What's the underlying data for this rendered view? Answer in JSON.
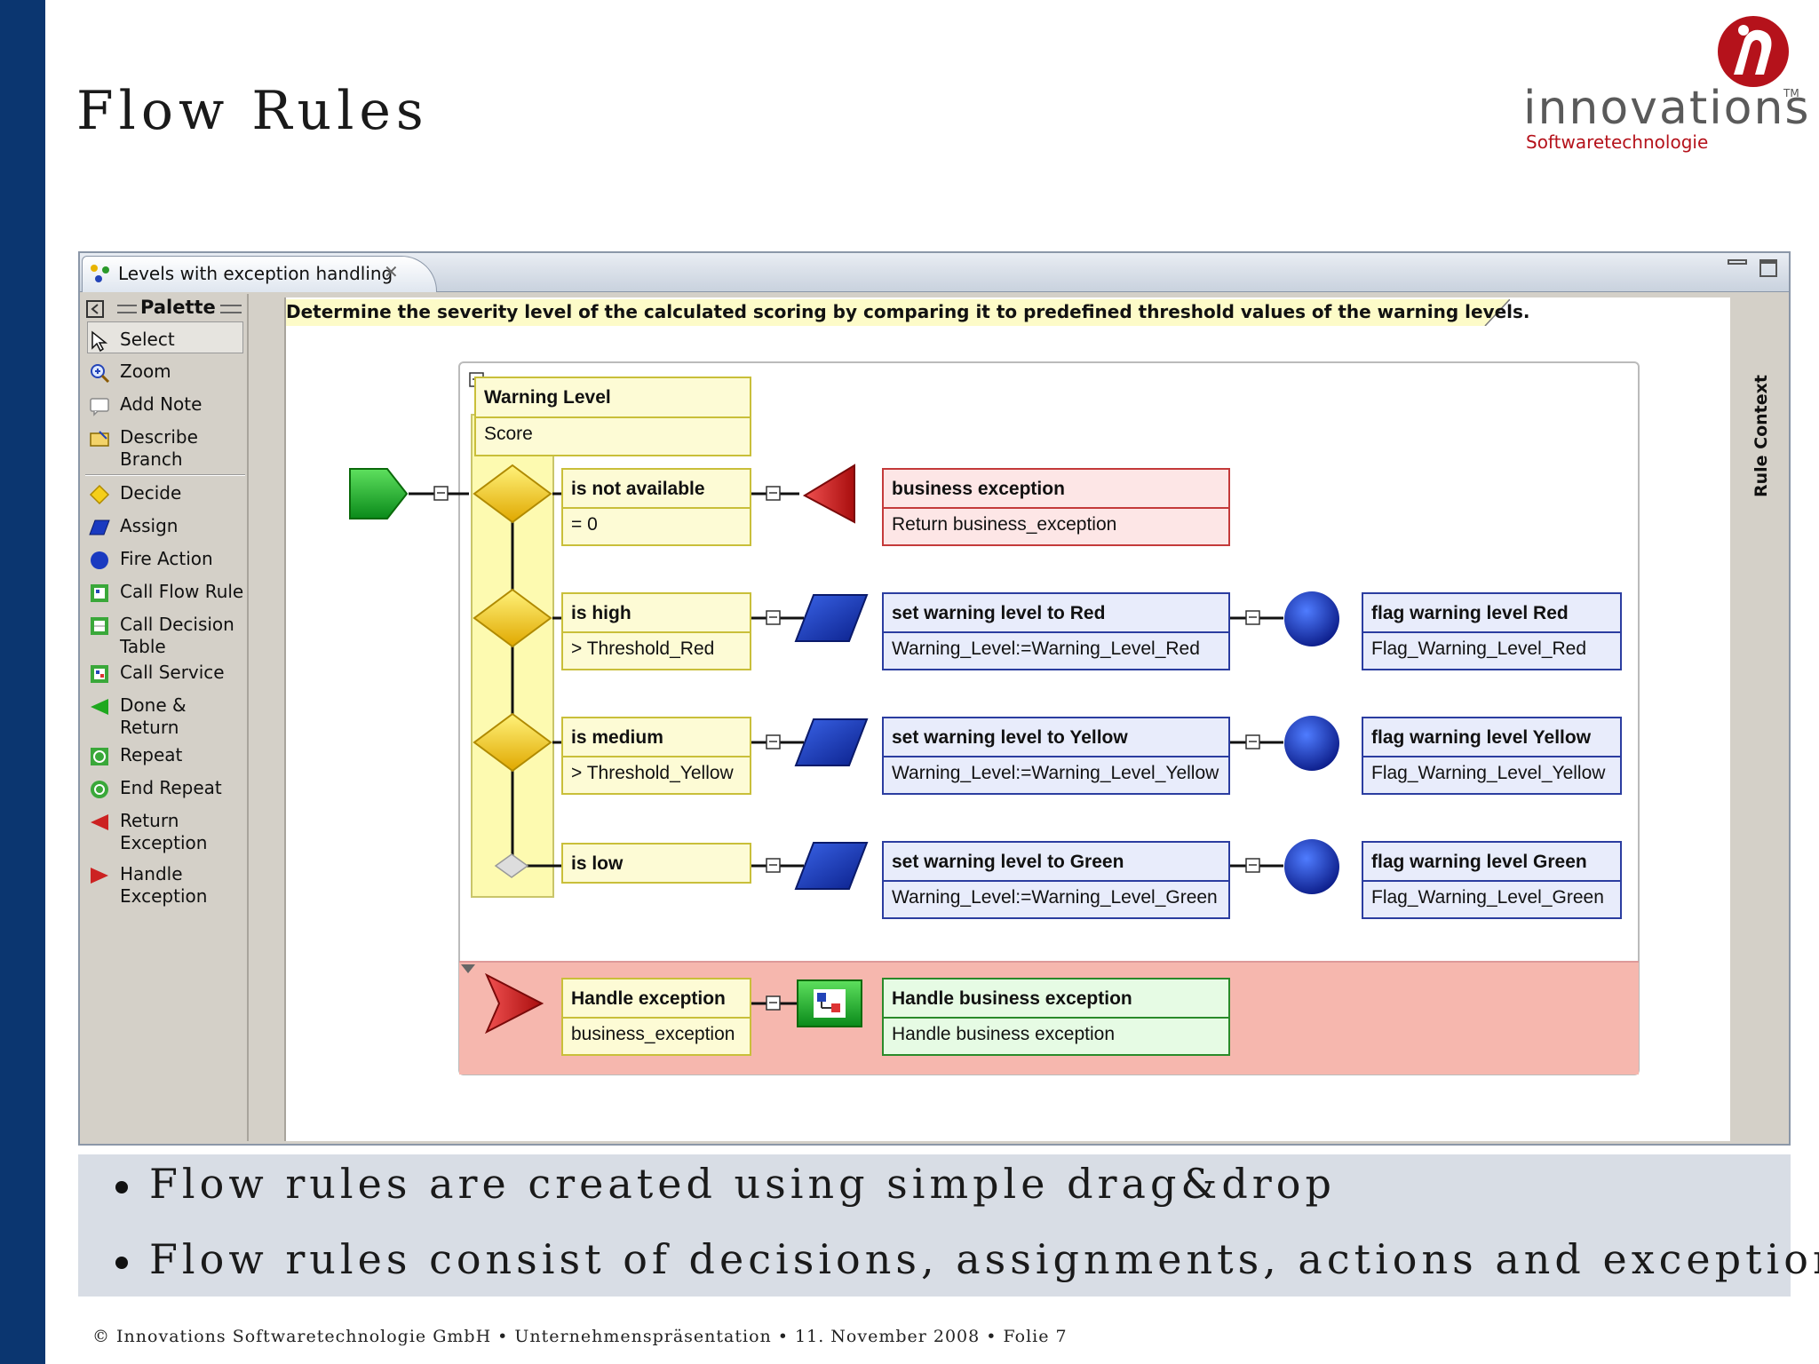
{
  "slide": {
    "title": "Flow Rules",
    "footer": "© Innovations Softwaretechnologie GmbH • Unternehmenspräsentation • 11. November 2008 • Folie 7",
    "bullets": [
      "Flow rules are created using simple drag&drop",
      "Flow rules consist of decisions, assignments, actions and exceptions"
    ]
  },
  "logo": {
    "word": "innovations",
    "tm": "TM",
    "sub": "Softwaretechnologie"
  },
  "colors": {
    "brand_red": "#b5121b",
    "side_bar": "#0b3670"
  },
  "editor": {
    "tab_label": "Levels with exception handling",
    "palette_title": "Palette",
    "palette": [
      {
        "label": "Select",
        "icon": "arrow-cursor-icon"
      },
      {
        "label": "Zoom",
        "icon": "zoom-icon"
      },
      {
        "label": "Add Note",
        "icon": "note-icon"
      },
      {
        "label": "Describe\nBranch",
        "icon": "describe-branch-icon"
      },
      {
        "label": "Decide",
        "icon": "decide-diamond-icon"
      },
      {
        "label": "Assign",
        "icon": "assign-parallelogram-icon"
      },
      {
        "label": "Fire Action",
        "icon": "fire-action-circle-icon"
      },
      {
        "label": "Call Flow Rule",
        "icon": "call-flow-rule-icon"
      },
      {
        "label": "Call Decision\nTable",
        "icon": "call-decision-table-icon"
      },
      {
        "label": "Call Service",
        "icon": "call-service-icon"
      },
      {
        "label": "Done &\nReturn",
        "icon": "done-return-icon"
      },
      {
        "label": "Repeat",
        "icon": "repeat-icon"
      },
      {
        "label": "End Repeat",
        "icon": "end-repeat-icon"
      },
      {
        "label": "Return\nException",
        "icon": "return-exception-icon"
      },
      {
        "label": "Handle\nException",
        "icon": "handle-exception-icon"
      }
    ],
    "hint": "Determine the severity level of the calculated scoring by comparing it to predefined threshold values of the warning levels.",
    "rule_context": "Rule Context"
  },
  "flow": {
    "decision": {
      "title": "Warning Level",
      "sub": "Score"
    },
    "conditions": [
      {
        "title": "is not available",
        "sub": "= 0"
      },
      {
        "title": "is high",
        "sub": "> Threshold_Red"
      },
      {
        "title": "is medium",
        "sub": "> Threshold_Yellow"
      },
      {
        "title": "is low",
        "sub": ""
      }
    ],
    "business_exception": {
      "title": "business exception",
      "sub": "Return business_exception"
    },
    "assignments": [
      {
        "title": "set warning level to Red",
        "sub": "Warning_Level:=Warning_Level_Red"
      },
      {
        "title": "set warning level to Yellow",
        "sub": "Warning_Level:=Warning_Level_Yellow"
      },
      {
        "title": "set warning level to Green",
        "sub": "Warning_Level:=Warning_Level_Green"
      }
    ],
    "actions": [
      {
        "title": "flag warning level Red",
        "sub": "Flag_Warning_Level_Red"
      },
      {
        "title": "flag warning level Yellow",
        "sub": "Flag_Warning_Level_Yellow"
      },
      {
        "title": "flag warning level  Green",
        "sub": "Flag_Warning_Level_Green"
      }
    ],
    "handler": {
      "title": "Handle exception",
      "sub": "business_exception"
    },
    "service": {
      "title": "Handle business exception",
      "sub": "Handle business exception"
    }
  }
}
